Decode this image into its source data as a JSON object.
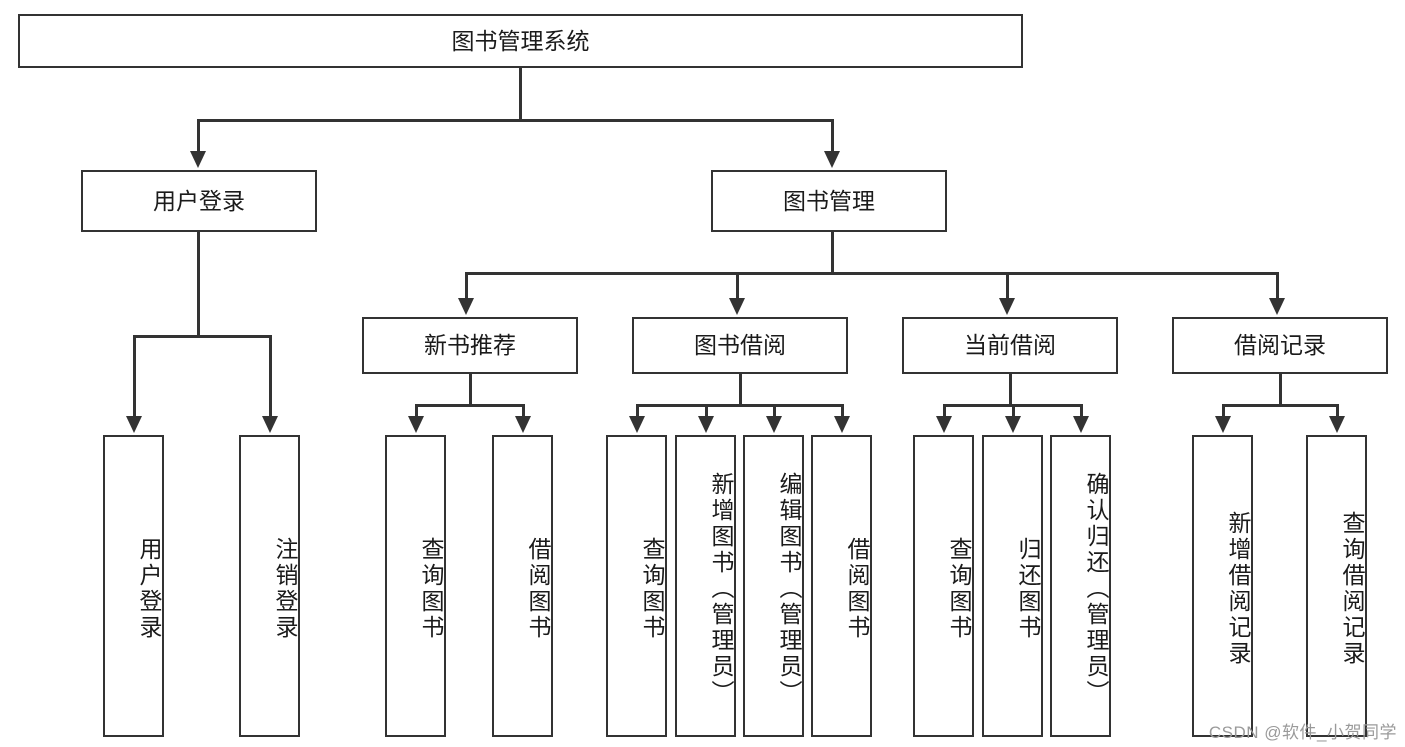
{
  "diagram": {
    "title": "图书管理系统",
    "type": "tree-hierarchy-diagram",
    "colors": {
      "stroke": "#333333",
      "fill": "#ffffff",
      "text": "#1b1b1b",
      "watermark": "#9a9a9a"
    },
    "root": {
      "label": "图书管理系统"
    },
    "level2": [
      {
        "label": "用户登录"
      },
      {
        "label": "图书管理"
      }
    ],
    "level3": [
      {
        "label": "新书推荐"
      },
      {
        "label": "图书借阅"
      },
      {
        "label": "当前借阅"
      },
      {
        "label": "借阅记录"
      }
    ],
    "leaves": {
      "user_login": [
        {
          "label": "用户登录"
        },
        {
          "label": "注销登录"
        }
      ],
      "new_book_recommend": [
        {
          "label": "查询图书"
        },
        {
          "label": "借阅图书"
        }
      ],
      "book_borrow": [
        {
          "label": "查询图书"
        },
        {
          "label": "新增图书（管理员）"
        },
        {
          "label": "编辑图书（管理员）"
        },
        {
          "label": "借阅图书"
        }
      ],
      "current_borrow": [
        {
          "label": "查询图书"
        },
        {
          "label": "归还图书"
        },
        {
          "label": "确认归还（管理员）"
        }
      ],
      "borrow_record": [
        {
          "label": "新增借阅记录"
        },
        {
          "label": "查询借阅记录"
        }
      ]
    }
  },
  "watermark": {
    "text": "CSDN @软件_小贺同学"
  }
}
